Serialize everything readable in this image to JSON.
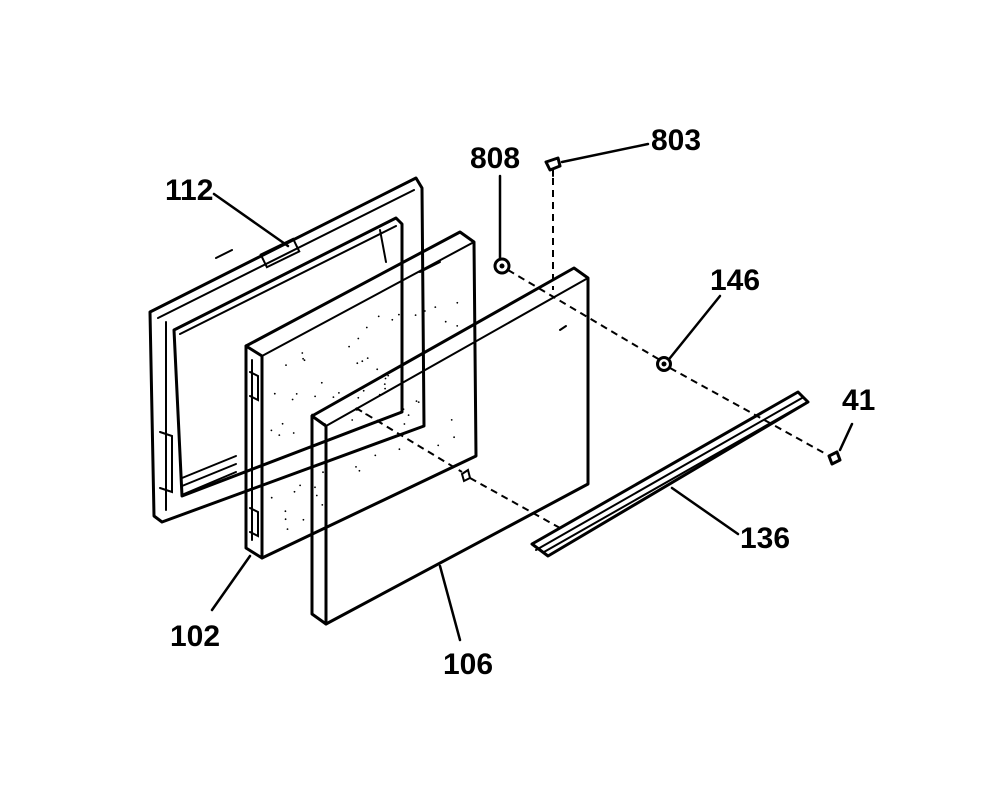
{
  "labels": {
    "l112": "112",
    "l102": "102",
    "l106": "106",
    "l808": "808",
    "l803": "803",
    "l146": "146",
    "l41": "41",
    "l136": "136"
  },
  "icons": {
    "outer_frame": "door-outer-panel-icon",
    "liner": "door-liner-icon",
    "inner_panel": "door-inner-panel-icon",
    "handle": "door-handle-icon",
    "screw": "screw-icon",
    "spacer": "spacer-icon",
    "washer": "washer-icon"
  },
  "colors": {
    "ink": "#000000",
    "background": "#ffffff"
  }
}
